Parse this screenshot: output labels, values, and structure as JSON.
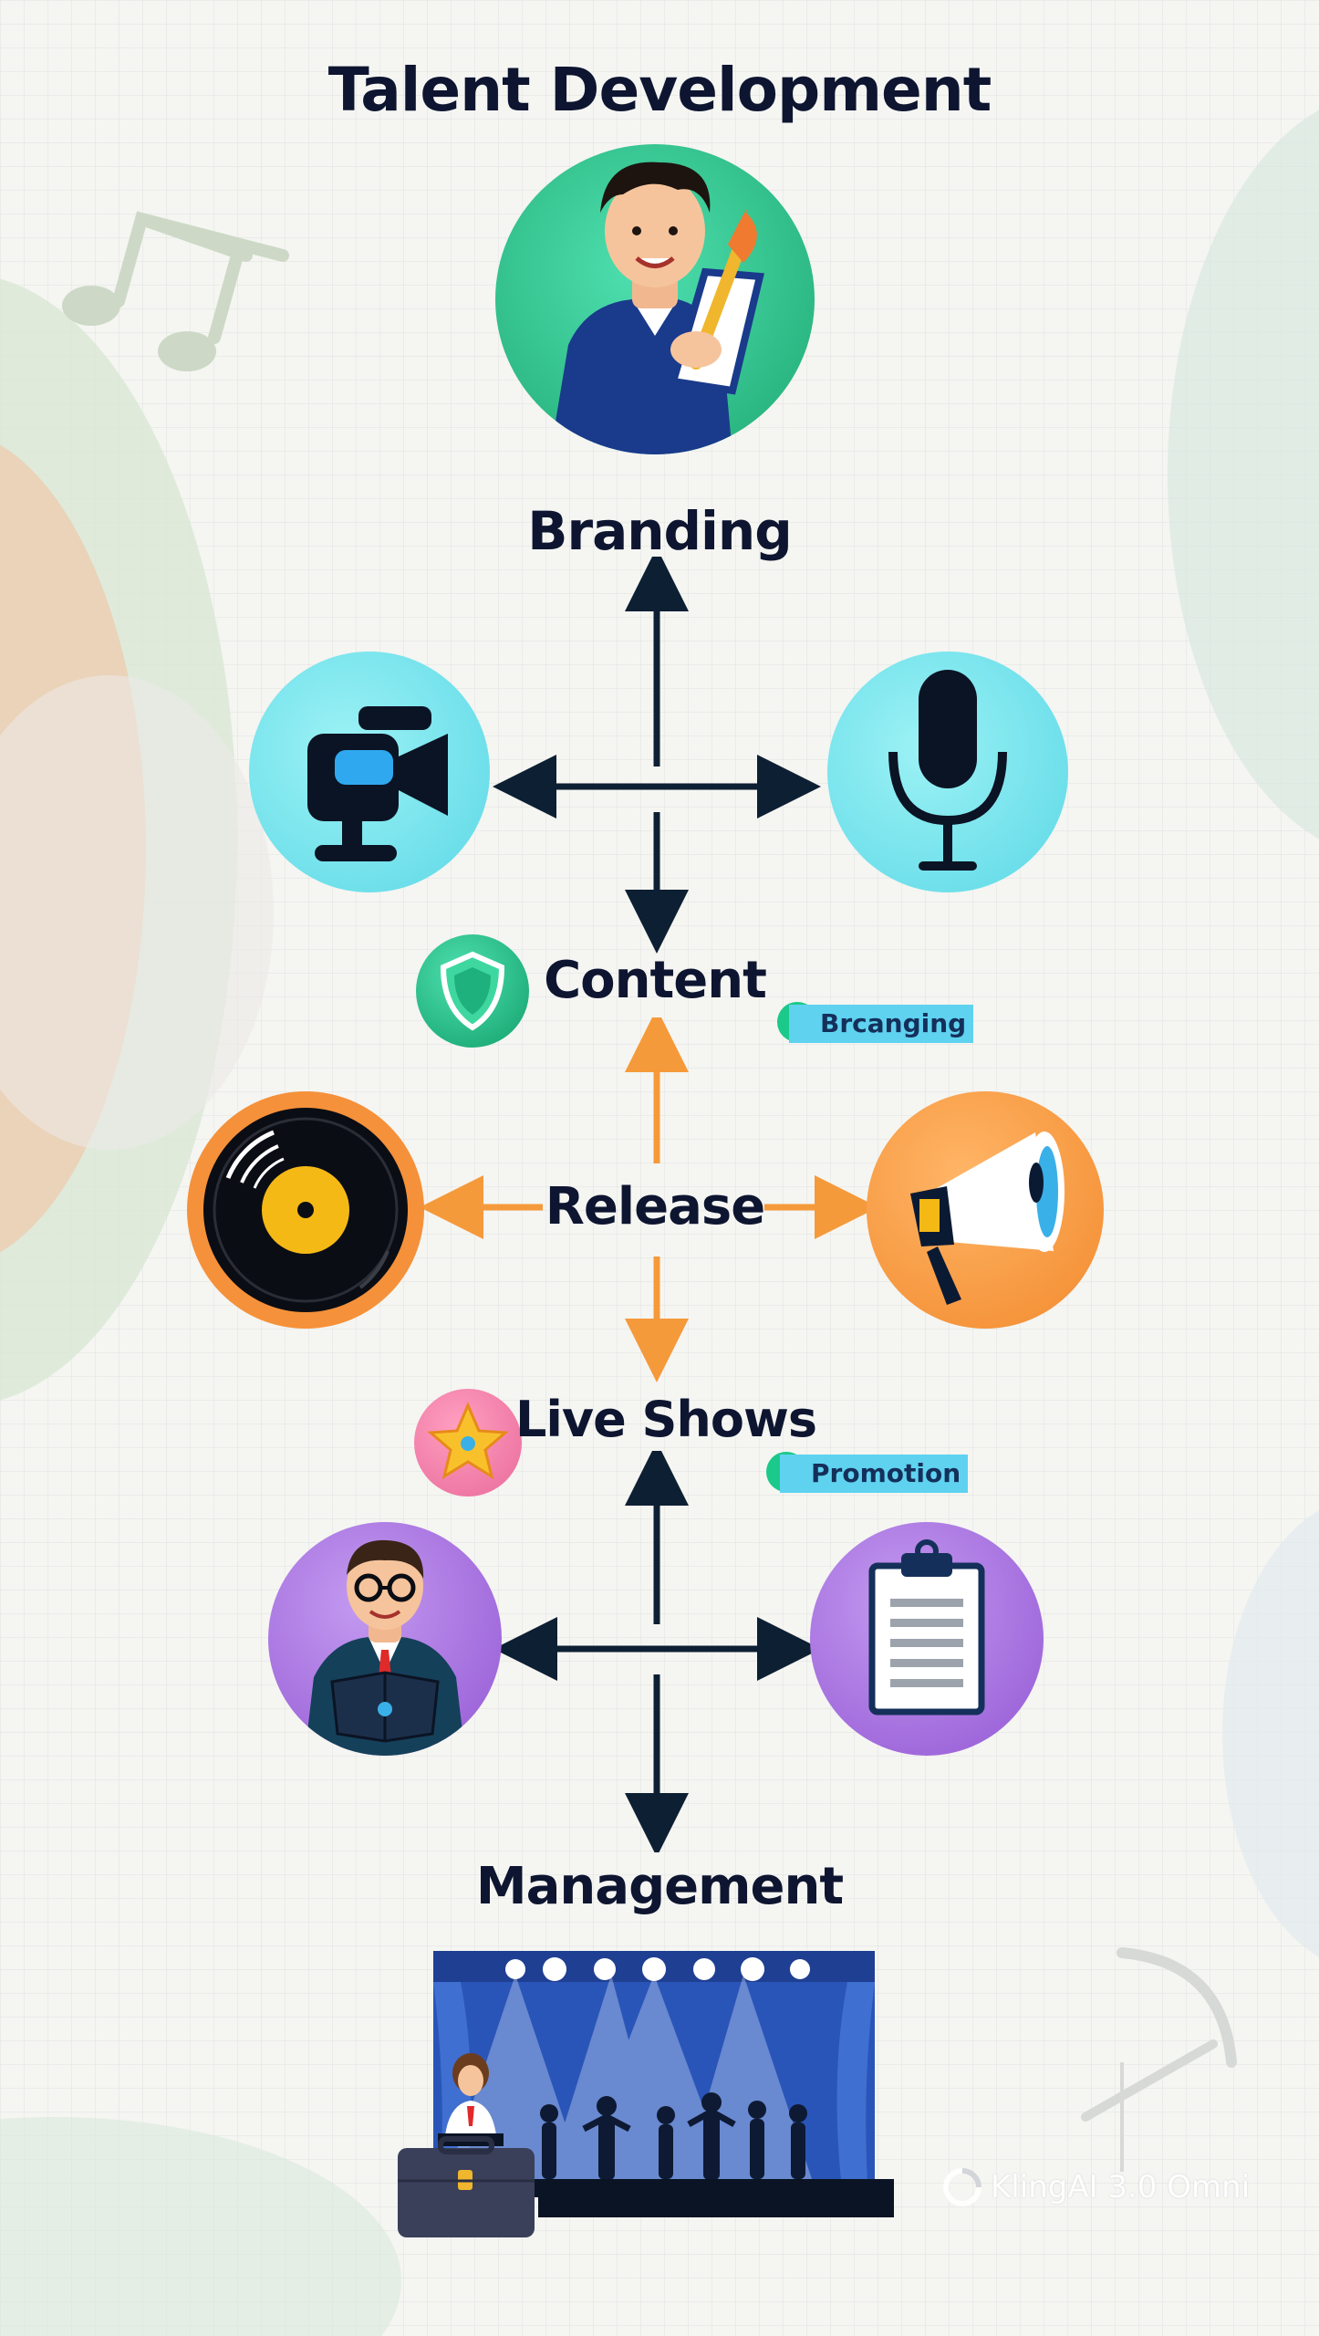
{
  "title": "Talent Development",
  "nodes": {
    "branding": "Branding",
    "content": "Content",
    "release": "Release",
    "live_shows": "Live Shows",
    "management": "Management"
  },
  "tags": {
    "tag_1": "Brcanging",
    "tag_2": "Promotion"
  },
  "watermark": "KlingAI 3.0 Omni",
  "colors": {
    "text": "#0d1530",
    "arrow_dark": "#0d1f33",
    "arrow_orange": "#f59a3a",
    "teal": "#3ccf9a",
    "cyan": "#7ee3ee",
    "orange": "#f7953a",
    "purple": "#9b63d6",
    "tag_bg": "#5fd2f0",
    "tag_dot": "#1bc98a"
  },
  "icons": [
    "artist-with-brush-icon",
    "video-camera-icon",
    "microphone-icon",
    "shield-icon",
    "vinyl-record-icon",
    "megaphone-icon",
    "star-icon",
    "manager-with-book-icon",
    "clipboard-icon",
    "concert-stage-icon",
    "briefcase-icon",
    "music-note-icon"
  ]
}
